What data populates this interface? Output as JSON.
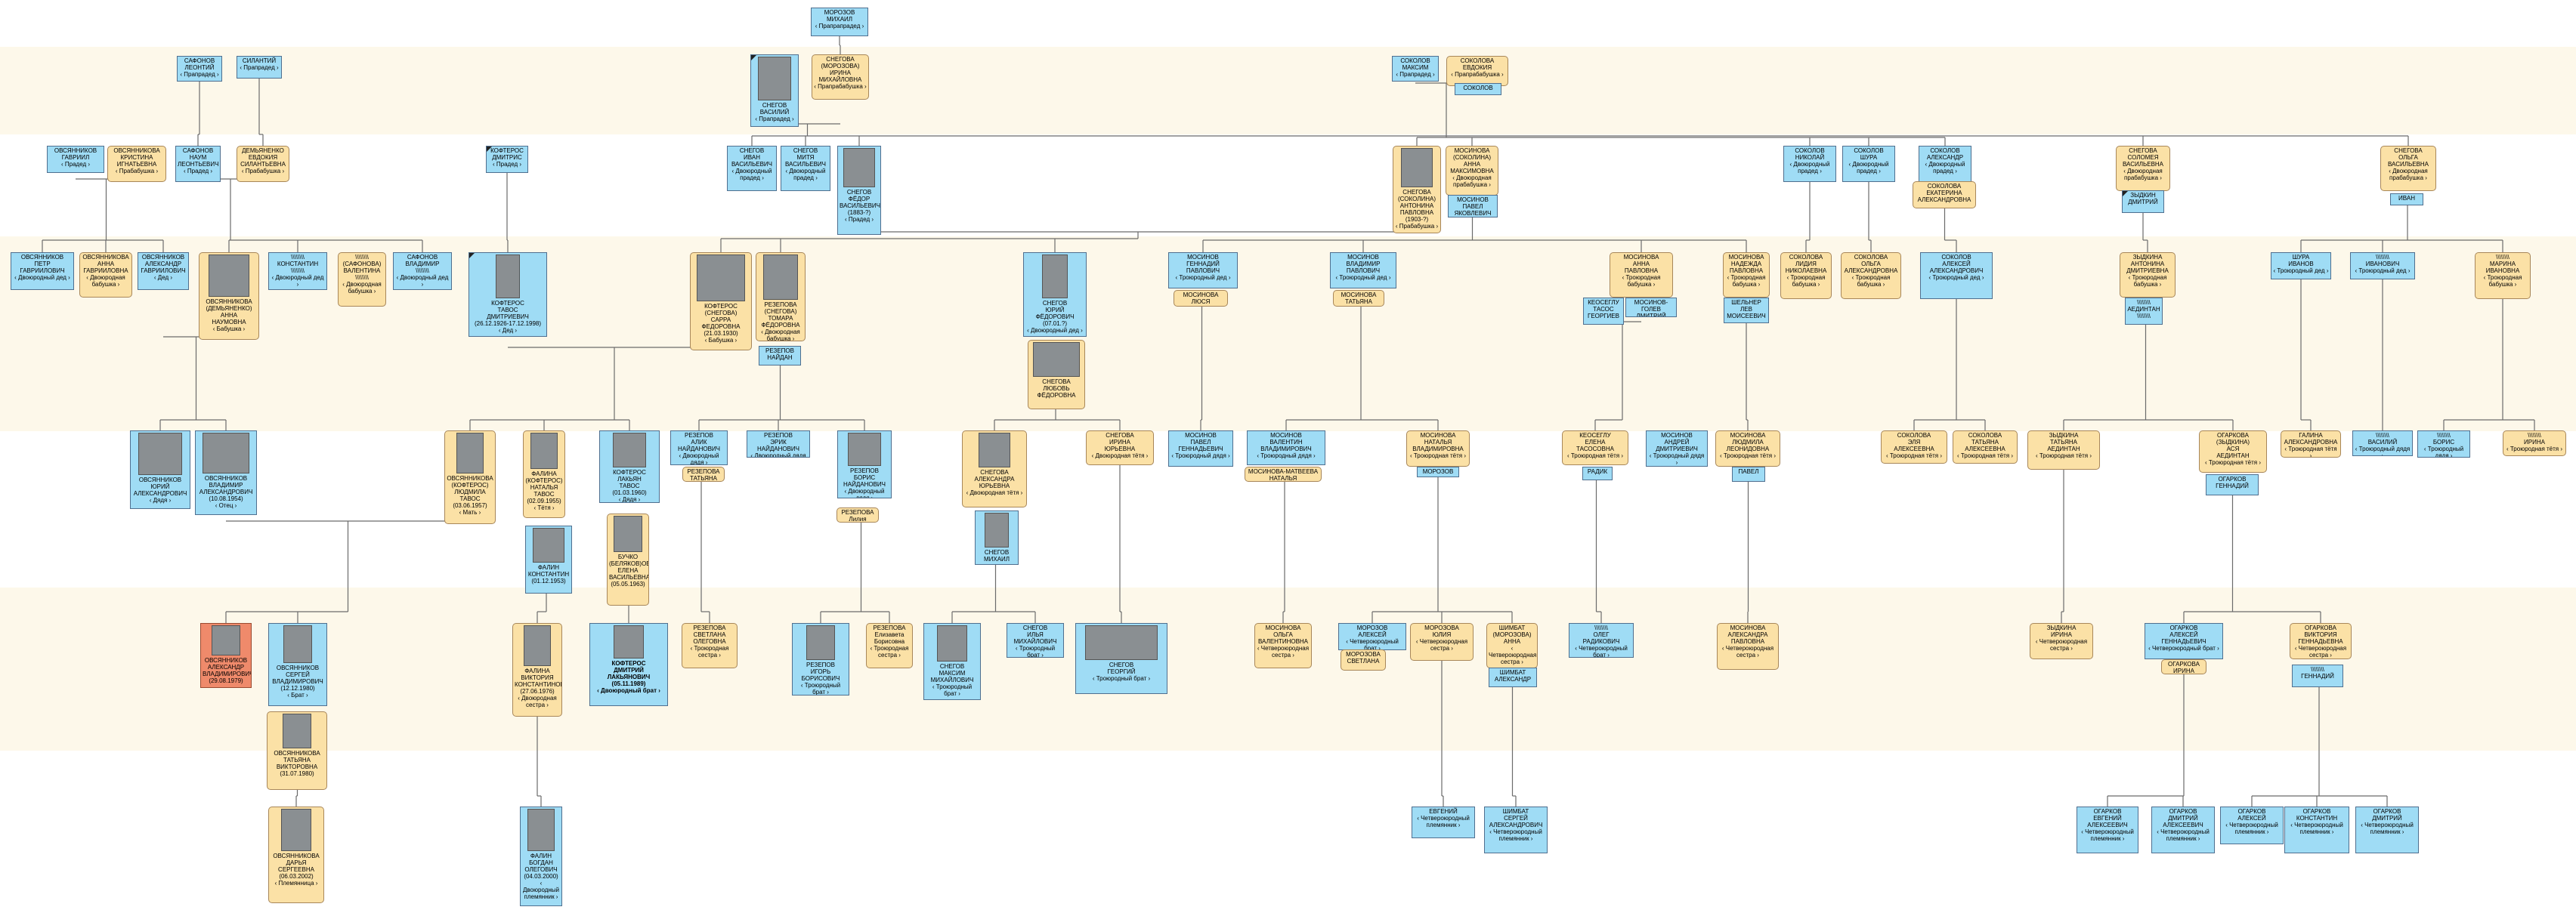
{
  "colors": {
    "male": "#9fdcf5",
    "female": "#fbe1a6",
    "highlight": "#ef8a6b",
    "band": "#fdf8ea",
    "line": "#6b6b6b"
  },
  "nodes": [
    {
      "id": "n1",
      "t": "m",
      "n": "МОРОЗОВ\nМИХАИЛ\n‹ Прапрапрадед ›"
    },
    {
      "id": "n2",
      "t": "m",
      "n": "САФОНОВ\nЛЕОНТИЙ\n‹ Прапрадед ›"
    },
    {
      "id": "n3",
      "t": "m",
      "n": "СИЛАНТИЙ\n‹ Прапрадед ›"
    },
    {
      "id": "n4",
      "t": "m",
      "photo": true,
      "corner": true,
      "n": "СНЕГОВ\nВАСИЛИЙ\n‹ Прапрадед ›"
    },
    {
      "id": "n5",
      "t": "f",
      "n": "СНЕГОВА\n(МОРОЗОВА)\nИРИНА\nМИХАЙЛОВНА\n‹ Прапрабабушка ›"
    },
    {
      "id": "n6",
      "t": "m",
      "n": "СОКОЛОВ\nМАКСИМ\n‹ Прапрадед ›"
    },
    {
      "id": "n7",
      "t": "f",
      "n": "СОКОЛОВА\nЕВДОКИЯ\n‹ Прапрабабушка ›"
    },
    {
      "id": "n8",
      "t": "m",
      "n": "СОКОЛОВ"
    },
    {
      "id": "n9",
      "t": "m",
      "n": "ОВСЯННИКОВ\nГАВРИИЛ\n‹ Прадед ›"
    },
    {
      "id": "n10",
      "t": "f",
      "n": "ОВСЯННИКОВА\nКРИСТИНА\nИГНАТЬЕВНА\n‹ Прабабушка ›"
    },
    {
      "id": "n11",
      "t": "m",
      "n": "САФОНОВ\nНАУМ\nЛЕОНТЬЕВИЧ\n‹ Прадед ›"
    },
    {
      "id": "n12",
      "t": "f",
      "n": "ДЕМЬЯНЕНКО\nЕВДОКИЯ\nСИЛАНТЬЕВНА\n‹ Прабабушка ›"
    },
    {
      "id": "n13",
      "t": "m",
      "corner": true,
      "n": "КОФТЕРОС\nДМИТРИС\n‹ Прадед ›"
    },
    {
      "id": "n14",
      "t": "m",
      "n": "СНЕГОВ\nИВАН\nВАСИЛЬЕВИЧ\n‹ Двоюродный\nпрадед ›"
    },
    {
      "id": "n15",
      "t": "m",
      "n": "СНЕГОВ\nМИТЯ\nВАСИЛЬЕВИЧ\n‹ Двоюродный\nпрадед ›"
    },
    {
      "id": "n16",
      "t": "m",
      "photo": true,
      "n": "СНЕГОВ\nФЁДОР\nВАСИЛЬЕВИЧ\n(1883-?)\n‹ Прадед ›"
    },
    {
      "id": "n17",
      "t": "f",
      "photo": true,
      "n": "СНЕГОВА\n(СОКОЛИНА)\nАНТОНИНА\nПАВЛОВНА\n(1903-?)\n‹ Прабабушка ›"
    },
    {
      "id": "n18",
      "t": "f",
      "n": "МОСИНОВА\n(СОКОЛИНА)\nАННА\nМАКСИМОВНА\n‹ Двоюродная\nпрабабушка ›"
    },
    {
      "id": "n19",
      "t": "m",
      "n": "МОСИНОВ\nПАВЕЛ\nЯКОВЛЕВИЧ"
    },
    {
      "id": "n20",
      "t": "m",
      "n": "СОКОЛОВ\nНИКОЛАЙ\n‹ Двоюродный\nпрадед ›"
    },
    {
      "id": "n21",
      "t": "m",
      "n": "СОКОЛОВ\nШУРА\n‹ Двоюродный\nпрадед ›"
    },
    {
      "id": "n22",
      "t": "m",
      "n": "СОКОЛОВ\nАЛЕКСАНДР\n‹ Двоюродный\nпрадед ›"
    },
    {
      "id": "n23",
      "t": "f",
      "n": "СОКОЛОВА\nЕКАТЕРИНА\nАЛЕКСАНДРОВНА"
    },
    {
      "id": "n24",
      "t": "f",
      "n": "СНЕГОВА\nСОЛОМЕЯ\nВАСИЛЬЕВНА\n‹ Двоюродная\nпрабабушка ›"
    },
    {
      "id": "n25",
      "t": "m",
      "corner": true,
      "n": "ЗЫДКИН\nДМИТРИЙ"
    },
    {
      "id": "n26",
      "t": "f",
      "n": "СНЕГОВА\nОЛЬГА\nВАСИЛЬЕВНА\n‹ Двоюродная\nпрабабушка ›"
    },
    {
      "id": "n27",
      "t": "m",
      "n": "ИВАН"
    },
    {
      "id": "n28",
      "t": "m",
      "n": "ОВСЯННИКОВ\nПЕТР\nГАВРИИЛОВИЧ\n‹ Двоюродный дед ›"
    },
    {
      "id": "n29",
      "t": "f",
      "n": "ОВСЯННИКОВА\nАННА\nГАВРИИЛОВНА\n‹ Двоюродная\nбабушка ›"
    },
    {
      "id": "n30",
      "t": "m",
      "n": "ОВСЯННИКОВ\nАЛЕКСАНДР\nГАВРИИЛОВИЧ\n‹ Дед ›"
    },
    {
      "id": "n31",
      "t": "f",
      "photo": true,
      "n": "ОВСЯННИКОВА\n(ДЕМЬЯНЕНКО)\nАННА\nНАУМОВНА\n‹ Бабушка ›"
    },
    {
      "id": "n32",
      "t": "m",
      "n": "\\\\\\\\\\\\\\\\\nКОНСТАНТИН\n\\\\\\\\\\\\\\\\\n‹ Двоюродный дед ›"
    },
    {
      "id": "n33",
      "t": "f",
      "n": "\\\\\\\\\\\\\\\\\n(САФОНОВА)\nВАЛЕНТИНА\n\\\\\\\\\\\\\\\\\n‹ Двоюродная\nбабушка ›"
    },
    {
      "id": "n34",
      "t": "m",
      "n": "САФОНОВ\nВЛАДИМИР\n\\\\\\\\\\\\\\\\\n‹ Двоюродный дед ›"
    },
    {
      "id": "n35",
      "t": "m",
      "photo": true,
      "corner": true,
      "n": "КОФТЕРОС\nТАВОС\nДМИТРИЕВИЧ\n(26.12.1926-17.12.1998)\n‹ Дед ›"
    },
    {
      "id": "n36",
      "t": "f",
      "photo": true,
      "n": "КОФТЕРОС\n(СНЕГОВА)\nСАРРА\nФЕДОРОВНА\n(21.03.1930)\n‹ Бабушка ›"
    },
    {
      "id": "n37",
      "t": "f",
      "photo": true,
      "n": "РЕЗЕПОВА\n(СНЕГОВА)\nТОМАРА\nФЁДОРОВНА\n‹ Двоюродная\nбабушка ›"
    },
    {
      "id": "n38",
      "t": "m",
      "n": "РЕЗЕПОВ\nНАЙДАН"
    },
    {
      "id": "n39",
      "t": "m",
      "photo": true,
      "n": "СНЕГОВ\nЮРИЙ\nФЁДОРОВИЧ\n(07.01.?)\n‹ Двоюродный дед ›"
    },
    {
      "id": "n40",
      "t": "f",
      "photo": true,
      "n": "СНЕГОВА\nЛЮБОВЬ\nФЁДОРОВНА"
    },
    {
      "id": "n41",
      "t": "m",
      "n": "МОСИНОВ\nГЕННАДИЙ\nПАВЛОВИЧ\n‹ Троюродный дед ›"
    },
    {
      "id": "n42",
      "t": "f",
      "n": "МОСИНОВА\nЛЮСЯ"
    },
    {
      "id": "n43",
      "t": "m",
      "n": "МОСИНОВ\nВЛАДИМИР\nПАВЛОВИЧ\n‹ Троюродный дед ›"
    },
    {
      "id": "n44",
      "t": "f",
      "n": "МОСИНОВА\nТАТЬЯНА"
    },
    {
      "id": "n45",
      "t": "f",
      "n": "МОСИНОВА\nАННА\nПАВЛОВНА\n‹ Троюродная\nбабушка ›"
    },
    {
      "id": "n46",
      "t": "m",
      "n": "КЕОСЕГЛУ\nТАСОС\nГЕОРГИЕВ"
    },
    {
      "id": "n47",
      "t": "m",
      "n": "МОСИНОВ-ГОЛЕВ\nДМИТРИЙ"
    },
    {
      "id": "n48",
      "t": "f",
      "n": "МОСИНОВА\nНАДЕЖДА\nПАВЛОВНА\n‹ Троюродная\nбабушка ›"
    },
    {
      "id": "n49",
      "t": "m",
      "n": "ШЕЛЬНЕР\nЛЕВ\nМОИСЕЕВИЧ"
    },
    {
      "id": "n50",
      "t": "f",
      "n": "СОКОЛОВА\nЛИДИЯ\nНИКОЛАЕВНА\n‹ Троюродная\nбабушка ›"
    },
    {
      "id": "n51",
      "t": "f",
      "n": "СОКОЛОВА\nОЛЬГА\nАЛЕКСАНДРОВНА\n‹ Троюродная\nбабушка ›"
    },
    {
      "id": "n52",
      "t": "m",
      "n": "СОКОЛОВ\nАЛЕКСЕЙ\nАЛЕКСАНДРОВИЧ\n‹ Троюродный дед ›"
    },
    {
      "id": "n53",
      "t": "f",
      "n": "ЗЫДКИНА\nАНТОНИНА\nДМИТРИЕВНА\n‹ Троюродная\nбабушка ›"
    },
    {
      "id": "n54",
      "t": "m",
      "n": "\\\\\\\\\\\\\\\\\nАЕДИНТАН\n\\\\\\\\\\\\\\\\"
    },
    {
      "id": "n55",
      "t": "m",
      "n": "ШУРА\nИВАНОВ\n‹ Троюродный дед ›"
    },
    {
      "id": "n56",
      "t": "m",
      "n": "\\\\\\\\\\\\\\\\\nИВАНОВИЧ\n‹ Троюродный дед ›"
    },
    {
      "id": "n57",
      "t": "f",
      "n": "\\\\\\\\\\\\\\\\\nМАРИНА\nИВАНОВНА\n‹ Троюродная\nбабушка ›"
    },
    {
      "id": "n58",
      "t": "m",
      "photo": true,
      "n": "ОВСЯННИКОВ\nЮРИЙ\nАЛЕКСАНДРОВИЧ\n‹ Дядя ›"
    },
    {
      "id": "n59",
      "t": "m",
      "photo": true,
      "n": "ОВСЯННИКОВ\nВЛАДИМИР\nАЛЕКСАНДРОВИЧ\n(10.08.1954)\n‹ Отец ›"
    },
    {
      "id": "n60",
      "t": "f",
      "photo": true,
      "n": "ОВСЯННИКОВА\n(КОФТЕРОС)\nЛЮДМИЛА\nТАВОС\n(03.06.1957)\n‹ Мать ›"
    },
    {
      "id": "n61",
      "t": "f",
      "photo": true,
      "n": "ФАЛИНА\n(КОФТЕРОС)\nНАТАЛЬЯ\nТАВОС\n(02.09.1955)\n‹ Тётя ›"
    },
    {
      "id": "n62",
      "t": "m",
      "photo": true,
      "n": "ФАЛИН\nКОНСТАНТИН\n(01.12.1953)"
    },
    {
      "id": "n63",
      "t": "m",
      "photo": true,
      "n": "КОФТЕРОС\nЛАКЬЯН\nТАВОС\n(01.03.1960)\n‹ Дядя ›"
    },
    {
      "id": "n64",
      "t": "f",
      "photo": true,
      "n": "БУЧКО\n(БЕЛЯКОВ)ОВА\nЕЛЕНА\nВАСИЛЬЕВНА\n(05.05.1963)"
    },
    {
      "id": "n65",
      "t": "m",
      "n": "РЕЗЕПОВ\nАЛИК\nНАЙДАНОВИЧ\n‹ Двоюродный дядя ›"
    },
    {
      "id": "n66",
      "t": "f",
      "n": "РЕЗЕПОВА\nТАТЬЯНА"
    },
    {
      "id": "n67",
      "t": "m",
      "n": "РЕЗЕПОВ\nЭРИК\nНАЙДАНОВИЧ\n‹ Двоюродный дядя ›"
    },
    {
      "id": "n68",
      "t": "m",
      "photo": true,
      "n": "РЕЗЕПОВ\nБОРИС\nНАЙДАНОВИЧ\n‹ Двоюродный дядя ›"
    },
    {
      "id": "n69",
      "t": "f",
      "n": "РЕЗЕПОВА\nЛилия"
    },
    {
      "id": "n70",
      "t": "f",
      "photo": true,
      "n": "СНЕГОВА\nАЛЕКСАНДРА\nЮРЬЕВНА\n‹ Двоюродная тётя ›"
    },
    {
      "id": "n71",
      "t": "m",
      "photo": true,
      "n": "СНЕГОВ\nМИХАИЛ"
    },
    {
      "id": "n72",
      "t": "f",
      "n": "СНЕГОВА\nИРИНА\nЮРЬЕВНА\n‹ Двоюродная тётя ›"
    },
    {
      "id": "n73",
      "t": "m",
      "n": "МОСИНОВ\nПАВЕЛ\nГЕННАДЬЕВИЧ\n‹ Троюродный дядя ›"
    },
    {
      "id": "n74",
      "t": "m",
      "n": "МОСИНОВ\nВАЛЕНТИН\nВЛАДИМИРОВИЧ\n‹ Троюродный дядя ›"
    },
    {
      "id": "n75",
      "t": "f",
      "n": "МОСИНОВА\nНАТАЛЬЯ"
    },
    {
      "id": "n76",
      "t": "f",
      "n": "МОСИНОВА-МАТВЕЕВА\nНАТАЛЬЯ"
    },
    {
      "id": "n77",
      "t": "f",
      "n": "МОСИНОВА\nНАТАЛЬЯ\nВЛАДИМИРОВНА\n‹ Троюродная тётя ›"
    },
    {
      "id": "n78",
      "t": "m",
      "n": "МОРОЗОВ"
    },
    {
      "id": "n79",
      "t": "f",
      "n": "КЕОСЕГЛУ\nЕЛЕНА\nТАСОСОВНА\n‹ Троюродная тётя ›"
    },
    {
      "id": "n80",
      "t": "m",
      "n": "РАДИК"
    },
    {
      "id": "n81",
      "t": "m",
      "n": "МОСИНОВ\nАНДРЕЙ\nДМИТРИЕВИЧ\n‹ Троюродный дядя ›"
    },
    {
      "id": "n82",
      "t": "f",
      "n": "МОСИНОВА\nЛЮДМИЛА\nЛЕОНИДОВНА\n‹ Троюродная тётя ›"
    },
    {
      "id": "n83",
      "t": "m",
      "n": "ПАВЕЛ"
    },
    {
      "id": "n84",
      "t": "f",
      "n": "СОКОЛОВА\nЭЛЯ\nАЛЕКСЕЕВНА\n‹ Троюродная тётя ›"
    },
    {
      "id": "n85",
      "t": "f",
      "n": "СОКОЛОВА\nТАТЬЯНА\nАЛЕКСЕЕВНА\n‹ Троюродная тётя ›"
    },
    {
      "id": "n86",
      "t": "f",
      "n": "ЗЫДКИНА\nТАТЬЯНА\nАЕДИНТАН\n‹ Троюродная тётя ›"
    },
    {
      "id": "n87",
      "t": "f",
      "n": "ОГАРКОВА\n(ЗЫДКИНА)\nАСЯ\nАЕДИНТАН\n‹ Троюродная тётя ›"
    },
    {
      "id": "n88",
      "t": "m",
      "n": "ОГАРКОВ\nГЕННАДИЙ"
    },
    {
      "id": "n89",
      "t": "f",
      "n": "ГАЛИНА\nАЛЕКСАНДРОВНА\n‹ Троюродная тётя ›"
    },
    {
      "id": "n90",
      "t": "m",
      "n": "\\\\\\\\\\\\\\\\\nВАСИЛИЙ\n‹ Троюродный дядя ›"
    },
    {
      "id": "n91",
      "t": "m",
      "n": "\\\\\\\\\\\\\\\\\nБОРИС\n‹ Троюродный дядя ›"
    },
    {
      "id": "n92",
      "t": "f",
      "n": "\\\\\\\\\\\\\\\\\nИРИНА\n‹ Троюродная тётя ›"
    },
    {
      "id": "n93",
      "t": "r",
      "photo": true,
      "n": "ОВСЯННИКОВ\nАЛЕКСАНДР\nВЛАДИМИРОВИЧ\n(29.08.1979)"
    },
    {
      "id": "n94",
      "t": "m",
      "photo": true,
      "n": "ОВСЯННИКОВ\nСЕРГЕЙ\nВЛАДИМИРОВИЧ\n(12.12.1980)\n‹ Брат ›"
    },
    {
      "id": "n95",
      "t": "f",
      "photo": true,
      "n": "ОВСЯННИКОВА\nТАТЬЯНА\nВИКТОРОВНА\n(31.07.1980)"
    },
    {
      "id": "n96",
      "t": "f",
      "photo": true,
      "n": "ФАЛИНА\nВИКТОРИЯ\nКОНСТАНТИНОВНА\n(27.06.1976)\n‹ Двоюродная\nсестра ›"
    },
    {
      "id": "n97",
      "t": "m",
      "b": true,
      "photo": true,
      "n": "КОФТЕРОС\nДМИТРИЙ\nЛАКЬЯНОВИЧ\n(05.11.1989)\n‹ Двоюродный брат ›"
    },
    {
      "id": "n98",
      "t": "f",
      "n": "РЕЗЕПОВА\nСВЕТЛАНА\nОЛЕГОВНА\n‹ Троюродная\nсестра ›"
    },
    {
      "id": "n99",
      "t": "m",
      "photo": true,
      "n": "РЕЗЕПОВ\nИГОРЬ\nБОРИСОВИЧ\n‹ Троюродный брат ›"
    },
    {
      "id": "n100",
      "t": "f",
      "n": "РЕЗЕПОВА\nЕлизавета\nБорисовна\n‹ Троюродная\nсестра ›"
    },
    {
      "id": "n101",
      "t": "m",
      "photo": true,
      "n": "СНЕГОВ\nМАКСИМ\nМИХАЙЛОВИЧ\n‹ Троюродный брат ›"
    },
    {
      "id": "n102",
      "t": "m",
      "n": "СНЕГОВ\nИЛЬЯ\nМИХАЙЛОВИЧ\n‹ Троюродный брат ›"
    },
    {
      "id": "n103",
      "t": "m",
      "photo": true,
      "n": "СНЕГОВ\nГЕОРГИЙ\n‹ Троюродный брат ›"
    },
    {
      "id": "n104",
      "t": "f",
      "n": "МОСИНОВА\nОЛЬГА\nВАЛЕНТИНОВНА\n‹ Четвероюродная\nсестра ›"
    },
    {
      "id": "n105",
      "t": "m",
      "n": "МОРОЗОВ\nАЛЕКСЕЙ\n‹ Четвероюродный брат ›"
    },
    {
      "id": "n106",
      "t": "f",
      "n": "МОРОЗОВА\nСВЕТЛАНА"
    },
    {
      "id": "n107",
      "t": "f",
      "n": "МОРОЗОВА\nЮЛИЯ\n‹ Четвероюродная\nсестра ›"
    },
    {
      "id": "n108",
      "t": "f",
      "n": "ШИМБАТ\n(МОРОЗОВА)\nАННА\n‹ Четвероюродная\nсестра ›"
    },
    {
      "id": "n109",
      "t": "m",
      "n": "ШИМБАТ\nАЛЕКСАНДР"
    },
    {
      "id": "n110",
      "t": "m",
      "n": "\\\\\\\\\\\\\\\\\nОЛЕГ\nРАДИКОВИЧ\n‹ Четвероюродный брат ›"
    },
    {
      "id": "n111",
      "t": "f",
      "n": "МОСИНОВА\nАЛЕКСАНДРА\nПАВЛОВНА\n‹ Четвероюродная\nсестра ›"
    },
    {
      "id": "n112",
      "t": "f",
      "n": "ЗЫДКИНА\nИРИНА\n‹ Четвероюродная\nсестра ›"
    },
    {
      "id": "n113",
      "t": "m",
      "n": "ОГАРКОВ\nАЛЕКСЕЙ\nГЕННАДЬЕВИЧ\n‹ Четвероюродный брат ›"
    },
    {
      "id": "n114",
      "t": "f",
      "n": "ОГАРКОВА\nИРИНА"
    },
    {
      "id": "n115",
      "t": "f",
      "n": "ОГАРКОВА\nВИКТОРИЯ\nГЕННАДЬЕВНА\n‹ Четвероюродная\nсестра ›"
    },
    {
      "id": "n116",
      "t": "m",
      "n": "\\\\\\\\\\\\\\\\\nГЕННАДИЙ"
    },
    {
      "id": "n117",
      "t": "f",
      "photo": true,
      "n": "ОВСЯННИКОВА\nДАРЬЯ\nСЕРГЕЕВНА\n(06.03.2002)\n‹ Племянница ›"
    },
    {
      "id": "n118",
      "t": "m",
      "photo": true,
      "n": "ФАЛИН\nБОГДАН\nОЛЕГОВИЧ\n(04.03.2000)\n‹ Двоюродный\nплемянник ›"
    },
    {
      "id": "n119",
      "t": "m",
      "n": "ЕВГЕНИЙ\n‹ Четвероюродный\nплемянник ›"
    },
    {
      "id": "n120",
      "t": "m",
      "n": "ШИМБАТ\nСЕРГЕЙ\nАЛЕКСАНДРОВИЧ\n‹ Четвероюродный\nплемянник ›"
    },
    {
      "id": "n121",
      "t": "m",
      "n": "ОГАРКОВ\nЕВГЕНИЙ\nАЛЕКСЕЕВИЧ\n‹ Четвероюродный\nплемянник ›"
    },
    {
      "id": "n122",
      "t": "m",
      "n": "ОГАРКОВ\nДМИТРИЙ\nАЛЕКСЕЕВИЧ\n‹ Четвероюродный\nплемянник ›"
    },
    {
      "id": "n123",
      "t": "m",
      "n": "ОГАРКОВ\nАЛЕКСЕЙ\n‹ Четвероюродный\nплемянник ›"
    },
    {
      "id": "n124",
      "t": "m",
      "n": "ОГАРКОВ\nКОНСТАНТИН\n‹ Четвероюродный\nплемянник ›"
    },
    {
      "id": "n125",
      "t": "m",
      "n": "ОГАРКОВ\nДМИТРИЙ\n‹ Четвероюродный\nплемянник ›"
    }
  ]
}
